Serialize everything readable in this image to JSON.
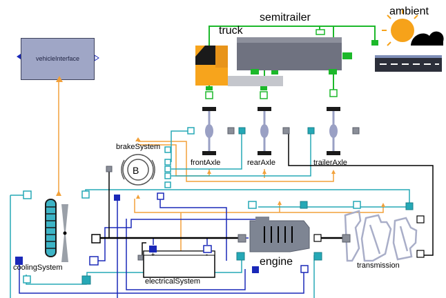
{
  "labels": {
    "semitrailer": "semitrailer",
    "truck": "truck",
    "ambient": "ambient",
    "vehicle_interface": "vehicleInterface",
    "brake_system": "brakeSystem",
    "brake_symbol": "B",
    "front_axle": "frontAxle",
    "rear_axle": "rearAxle",
    "trailer_axle": "trailerAxle",
    "cooling_system": "coolingSystem",
    "engine": "engine",
    "electrical_system": "electricalSystem",
    "transmission": "transmission",
    "battery_plus": "+",
    "battery_minus": "-"
  },
  "colors": {
    "orange_connector": "#f2a13a",
    "teal_line": "#25a8b6",
    "blue_line": "#1a28b8",
    "green_line": "#1cb82a",
    "block_gray": "#8a8e98",
    "truck_orange": "#f7a41c",
    "vehicle_interface_fill": "#9fa6c6"
  }
}
